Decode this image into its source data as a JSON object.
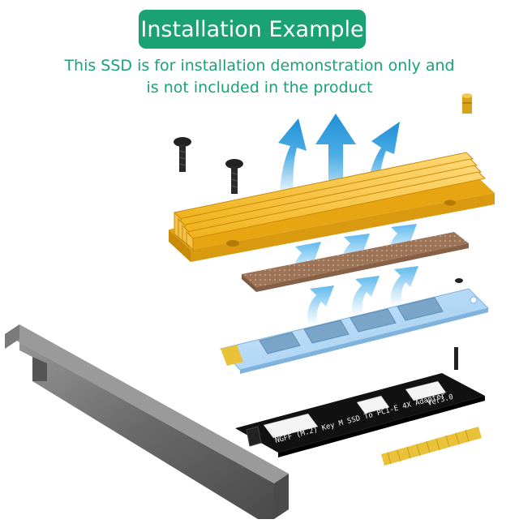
{
  "header": {
    "title": "Installation Example",
    "subtitle_line1": "This SSD is for installation demonstration only and",
    "subtitle_line2": "is not included in the product"
  },
  "pcb": {
    "label": "NGFF (M.2) Key M SSD To PCI-E 4X Adapter",
    "version": "Ver3.0"
  },
  "colors": {
    "accent": "#1aa275",
    "heatsink": "#f0b21a",
    "thermal_pad": "#9c7559",
    "ssd_board": "#a8d2f2",
    "airflow_arrows": "#2c9ee0",
    "adapter_pcb": "#111111",
    "gold_fingers": "#e9c23a",
    "bracket": "#6f6f6f"
  },
  "icons": [
    "screw-icon",
    "standoff-icon",
    "airflow-arrow-icon"
  ]
}
